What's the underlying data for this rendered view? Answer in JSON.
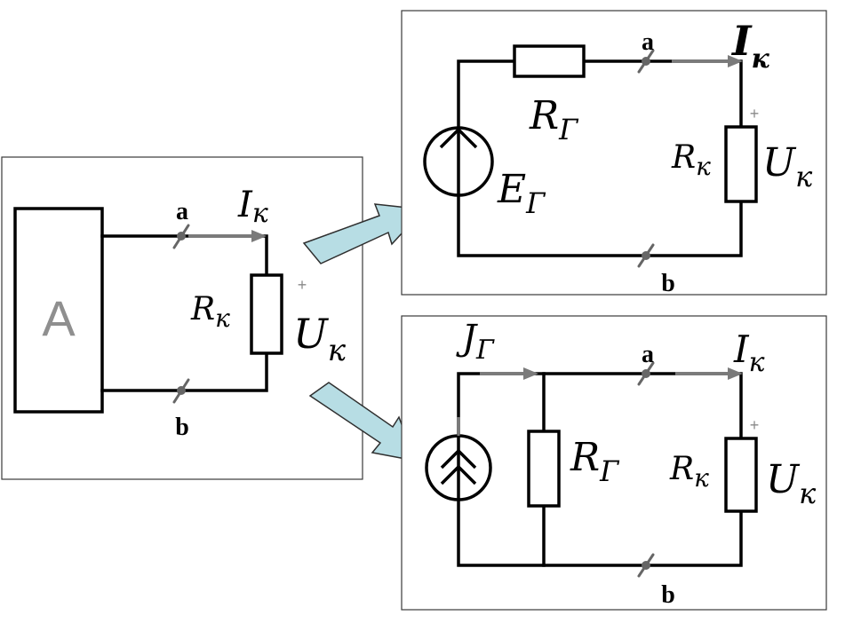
{
  "left_circuit": {
    "block_label": "A",
    "node_a": "a",
    "node_b": "b",
    "current_main": "I",
    "current_sub": "к",
    "resistor_main": "R",
    "resistor_sub": "к",
    "voltage_main": "U",
    "voltage_sub": "к",
    "plus": "+"
  },
  "top_circuit": {
    "node_a": "a",
    "node_b": "b",
    "current_main": "I",
    "current_sub": "к",
    "source_resistor_main": "R",
    "source_resistor_sub": "Г",
    "emf_main": "E",
    "emf_sub": "Г",
    "load_resistor_main": "R",
    "load_resistor_sub": "к",
    "voltage_main": "U",
    "voltage_sub": "к",
    "plus": "+"
  },
  "bottom_circuit": {
    "node_a": "a",
    "node_b": "b",
    "source_current_main": "J",
    "source_current_sub": "Г",
    "current_main": "I",
    "current_sub": "к",
    "source_resistor_main": "R",
    "source_resistor_sub": "Г",
    "load_resistor_main": "R",
    "load_resistor_sub": "к",
    "voltage_main": "U",
    "voltage_sub": "к",
    "plus": "+"
  }
}
